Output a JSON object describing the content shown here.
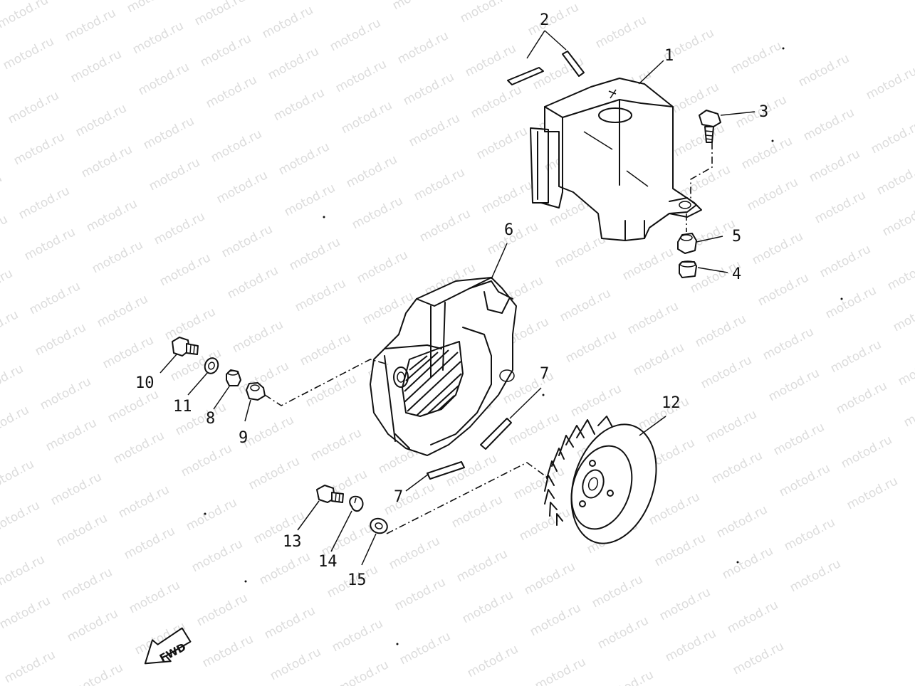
{
  "watermark": {
    "text": "motod.ru",
    "color": "#dcdcdc"
  },
  "line_color": "#111111",
  "fwd_label": "FWD",
  "callouts": [
    {
      "id": "c1",
      "label": "1"
    },
    {
      "id": "c2",
      "label": "2"
    },
    {
      "id": "c3",
      "label": "3"
    },
    {
      "id": "c4",
      "label": "4"
    },
    {
      "id": "c5",
      "label": "5"
    },
    {
      "id": "c6",
      "label": "6"
    },
    {
      "id": "c7a",
      "label": "7"
    },
    {
      "id": "c7b",
      "label": "7"
    },
    {
      "id": "c8",
      "label": "8"
    },
    {
      "id": "c9",
      "label": "9"
    },
    {
      "id": "c10",
      "label": "10"
    },
    {
      "id": "c11",
      "label": "11"
    },
    {
      "id": "c12",
      "label": "12"
    },
    {
      "id": "c13",
      "label": "13"
    },
    {
      "id": "c14",
      "label": "14"
    },
    {
      "id": "c15",
      "label": "15"
    }
  ]
}
